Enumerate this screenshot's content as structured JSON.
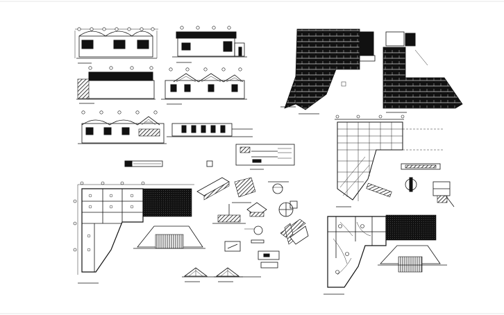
{
  "drawing": {
    "background": "#ffffff",
    "ink": "#111111",
    "sheet_groups": [
      "elevations",
      "roof-plans",
      "floor-plan-left",
      "construction-details",
      "floor-plan-right",
      "framing-plan"
    ]
  }
}
